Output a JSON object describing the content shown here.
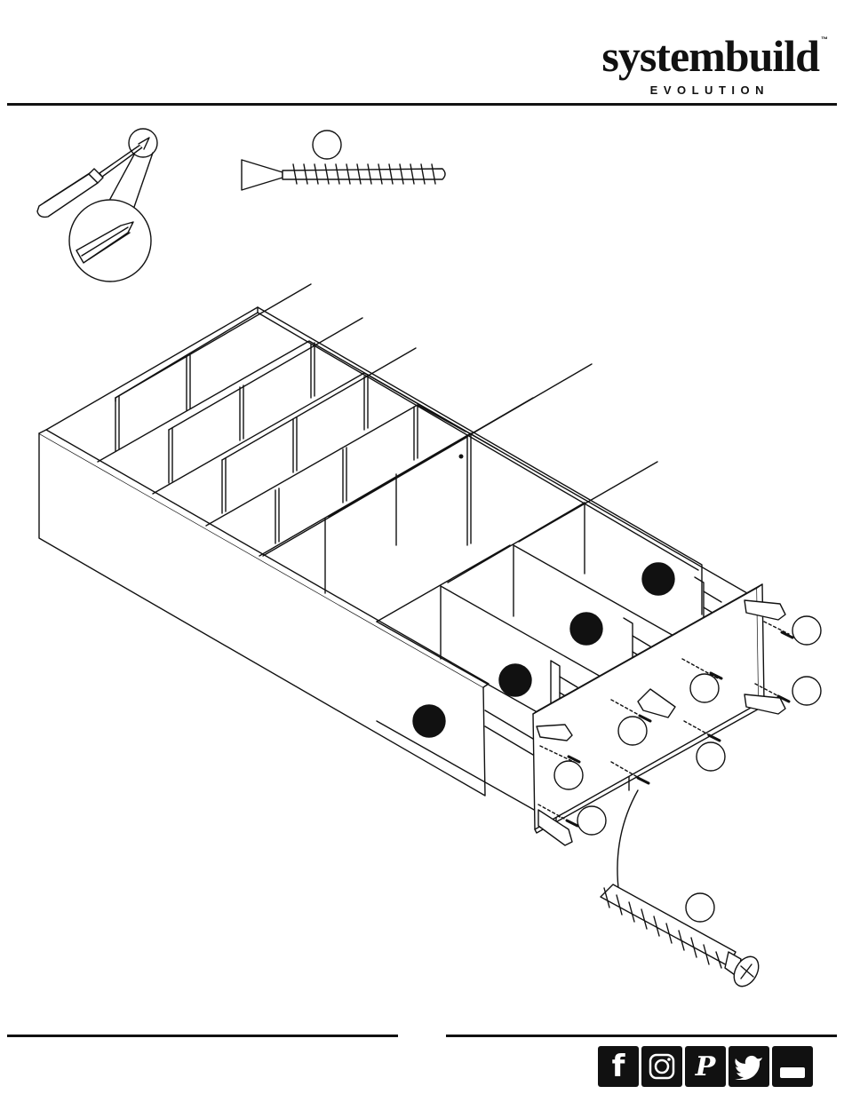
{
  "header": {
    "brand": "systembuild",
    "trademark": "™",
    "subbrand": "EVOLUTION"
  },
  "tools": [
    {
      "icon": "phillips-screwdriver-icon"
    },
    {
      "icon": "long-screw-icon"
    }
  ],
  "assembly": {
    "icon": "shelving-unit-assembly-diagram"
  },
  "footer": {
    "social": [
      {
        "icon": "facebook-icon",
        "glyph": "f"
      },
      {
        "icon": "instagram-icon",
        "glyph": ""
      },
      {
        "icon": "pinterest-icon",
        "glyph": "P"
      },
      {
        "icon": "twitter-icon",
        "glyph": ""
      },
      {
        "icon": "youtube-icon",
        "glyph": ""
      }
    ]
  }
}
